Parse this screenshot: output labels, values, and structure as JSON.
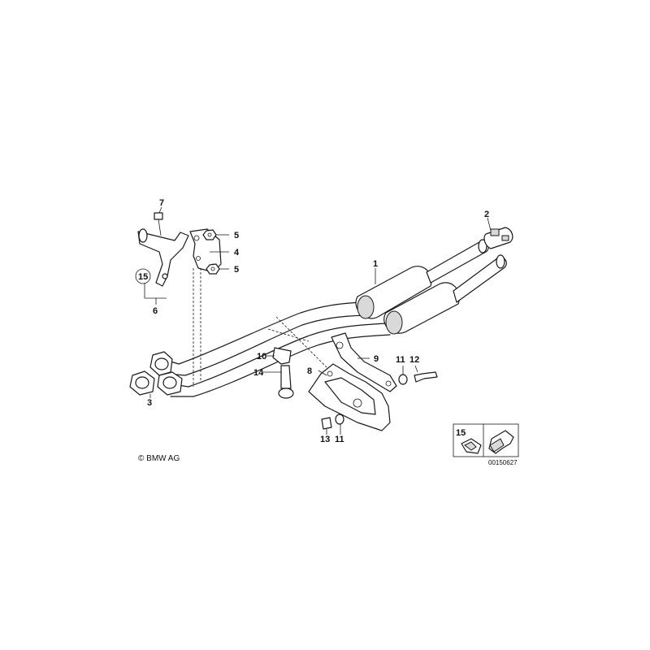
{
  "labels": {
    "p1": "1",
    "p2": "2",
    "p3": "3",
    "p4": "4",
    "p5a": "5",
    "p5b": "5",
    "p6": "6",
    "p7": "7",
    "p8": "8",
    "p9": "9",
    "p10": "10",
    "p11a": "11",
    "p11b": "11",
    "p12": "12",
    "p13": "13",
    "p14": "14",
    "p15a": "15",
    "p15b": "15"
  },
  "copyright": "© BMW AG",
  "image_code": "00150627"
}
